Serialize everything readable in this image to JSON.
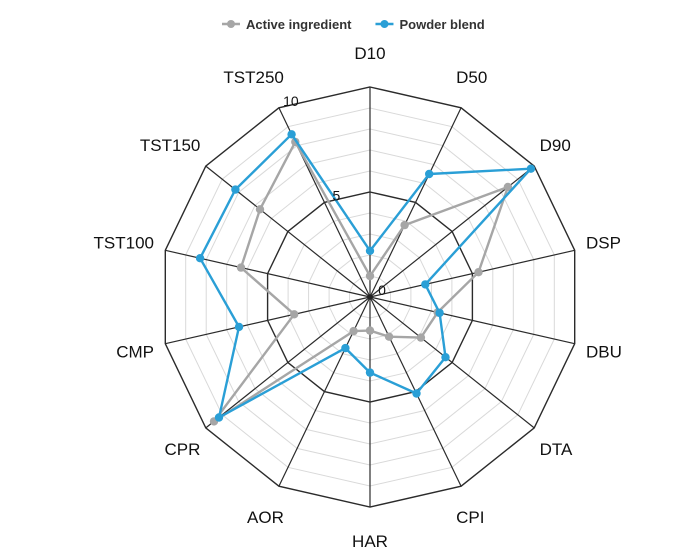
{
  "chart_data": {
    "type": "radar",
    "categories": [
      "D10",
      "D50",
      "D90",
      "DSP",
      "DBU",
      "DTA",
      "CPI",
      "HAR",
      "AOR",
      "CPR",
      "CMP",
      "TST100",
      "TST150",
      "TST250"
    ],
    "series": [
      {
        "name": "Active ingredient",
        "color": "#a6a6a6",
        "values": [
          1,
          3.8,
          8.4,
          5.3,
          3.3,
          3.1,
          2.1,
          1.6,
          1.8,
          9.5,
          3.7,
          6.3,
          6.7,
          8.2
        ]
      },
      {
        "name": "Powder blend",
        "color": "#2a9fd6",
        "values": [
          2.2,
          6.5,
          9.8,
          2.7,
          3.4,
          4.6,
          5.1,
          3.6,
          2.7,
          9.2,
          6.4,
          8.3,
          8.2,
          8.6
        ]
      }
    ],
    "rmin": 0,
    "rmax": 10,
    "tick_labels": [
      "0",
      "5",
      "10"
    ],
    "grid_levels": 10,
    "legend_position": "top"
  }
}
